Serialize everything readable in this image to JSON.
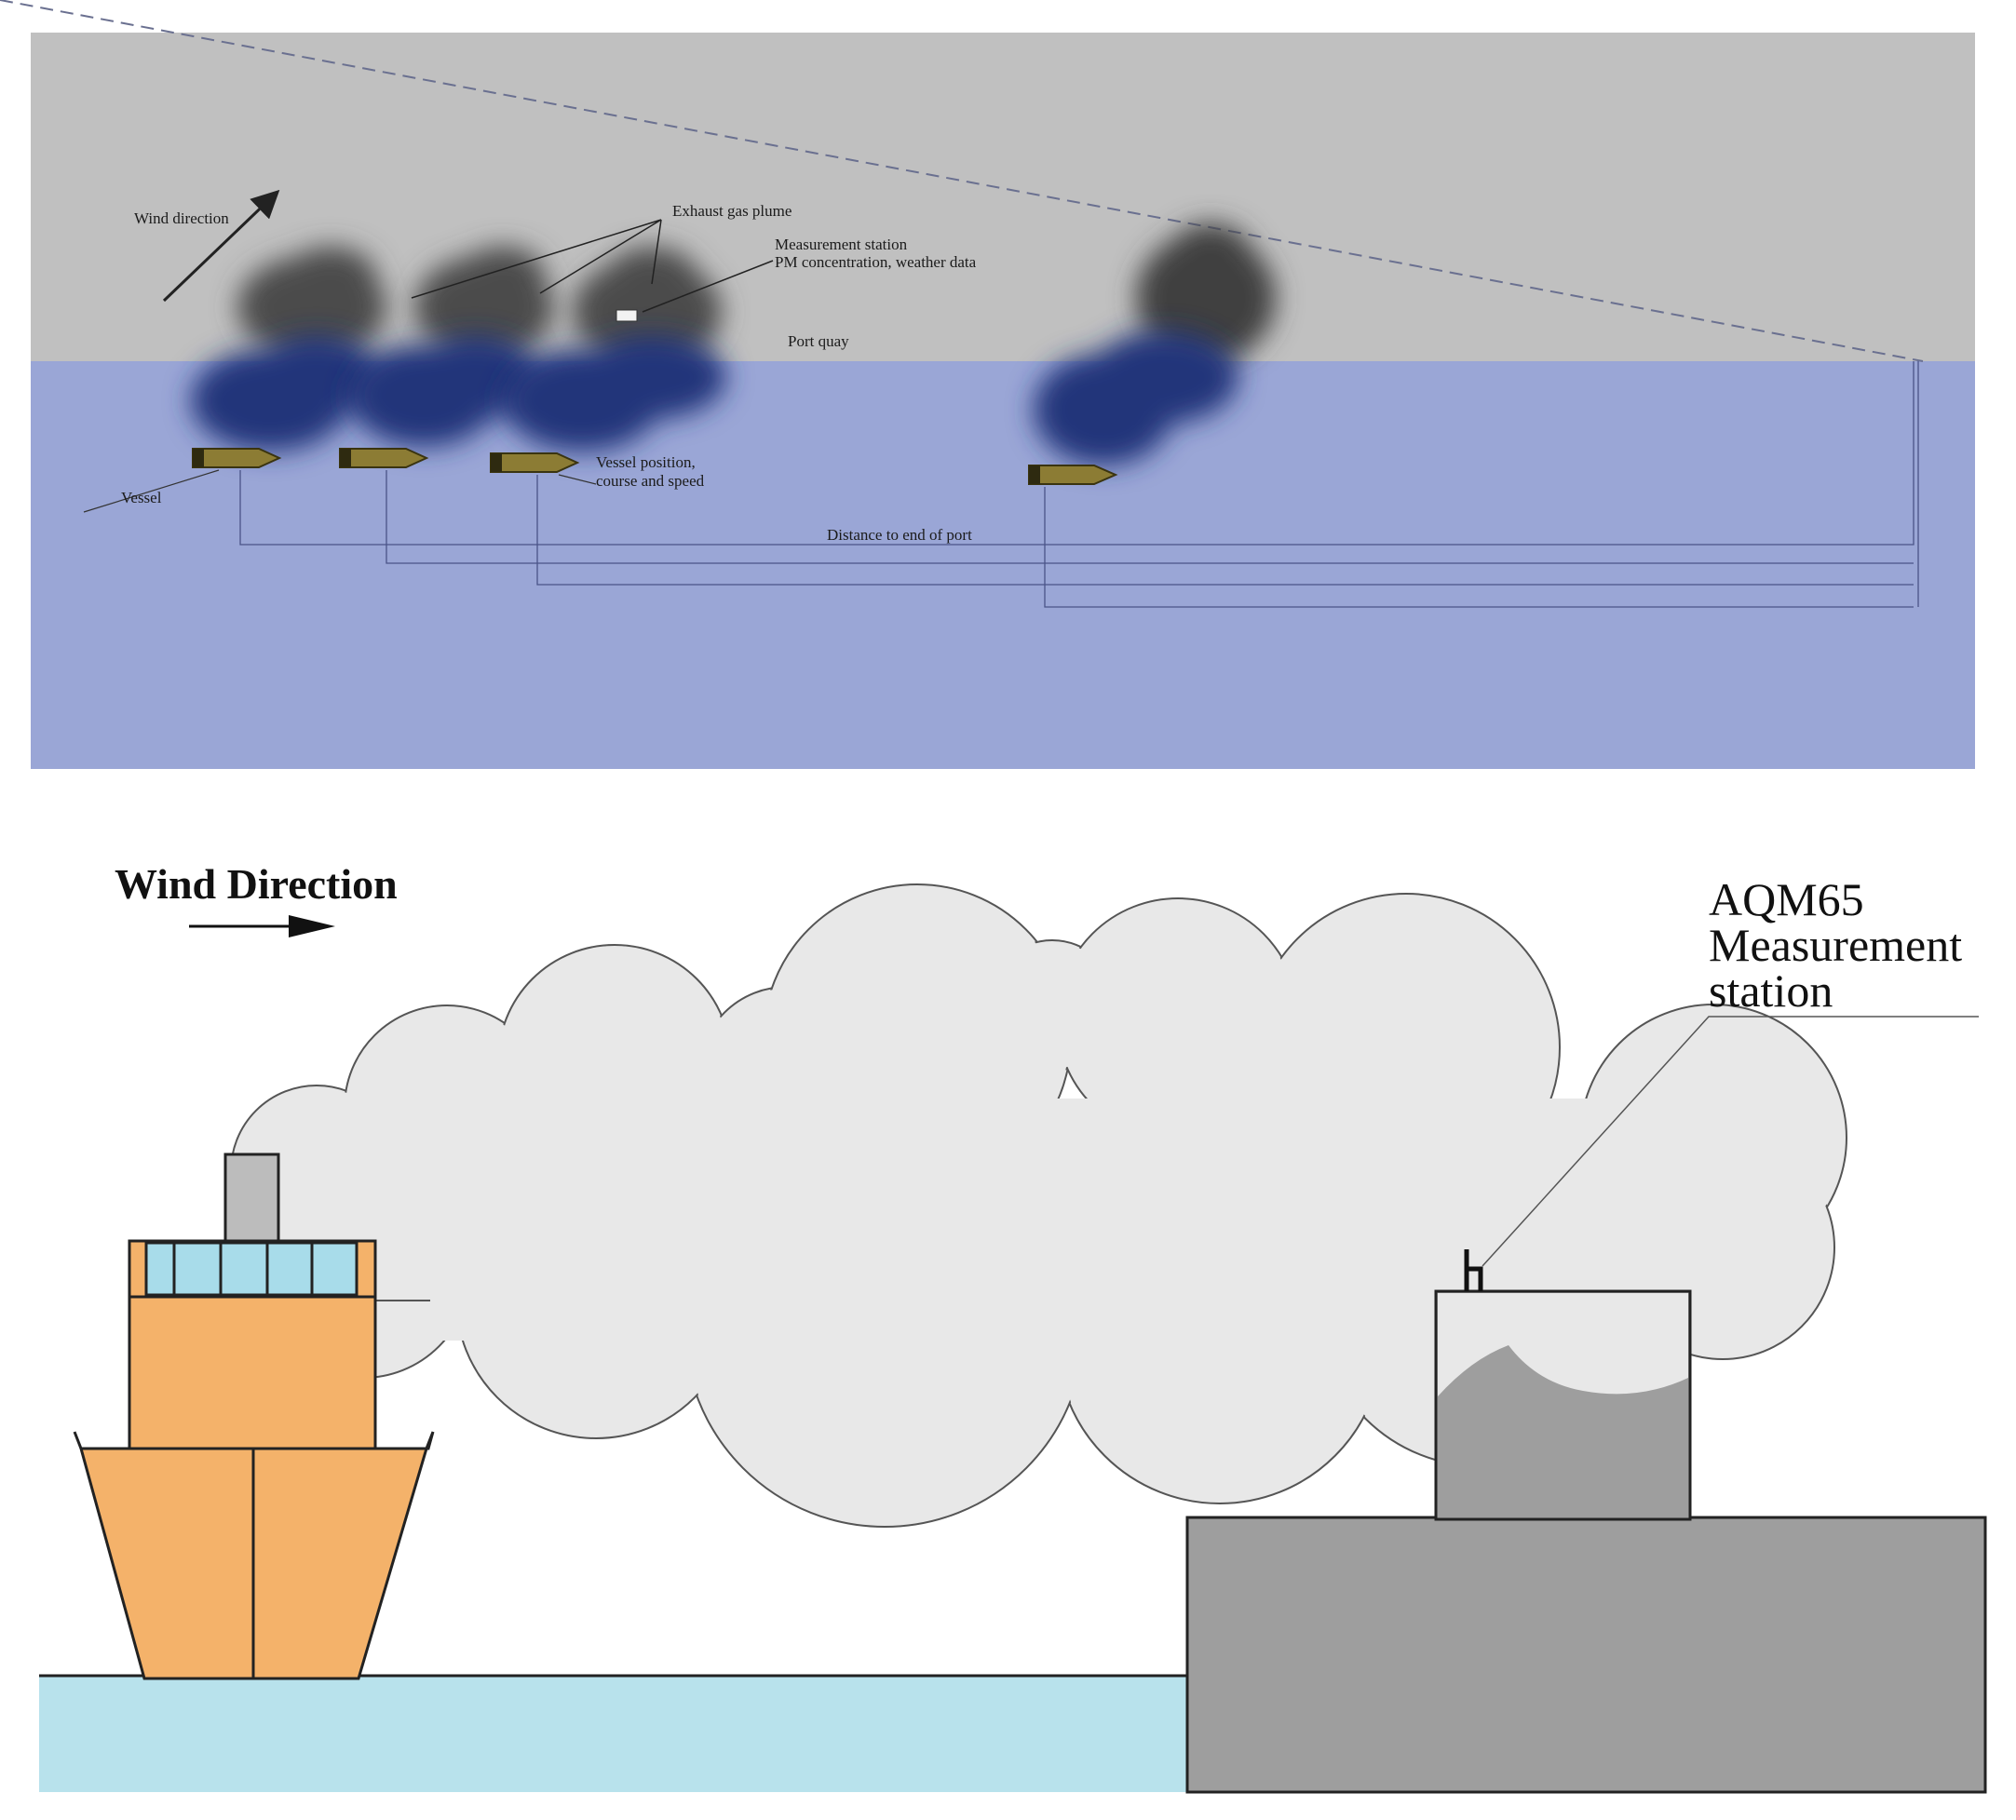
{
  "colors": {
    "sky": "#c0c0c0",
    "sea_top": "#9aa6d6",
    "plume_dark": "#4a4a4a",
    "plume_blue": "#23347a",
    "vessel": "#8c7c34",
    "ship_hull": "#f4b26a",
    "ship_windows": "#a8dcea",
    "funnel": "#bcbcbc",
    "cloud": "#e8e8e8",
    "quay": "#9e9e9e",
    "water": "#b8e2ec"
  },
  "top_panel": {
    "wind_label": "Wind direction",
    "plume_label": "Exhaust gas plume",
    "station_label_line1": "Measurement station",
    "station_label_line2": "PM concentration, weather data",
    "quay_label": "Port quay",
    "vessel_label": "Vessel",
    "vessel_info_line1": "Vessel position,",
    "vessel_info_line2": "course and speed",
    "distance_label": "Distance to end of port"
  },
  "bottom_panel": {
    "wind_label": "Wind Direction",
    "station_line1": "AQM65",
    "station_line2": "Measurement",
    "station_line3": "station"
  }
}
